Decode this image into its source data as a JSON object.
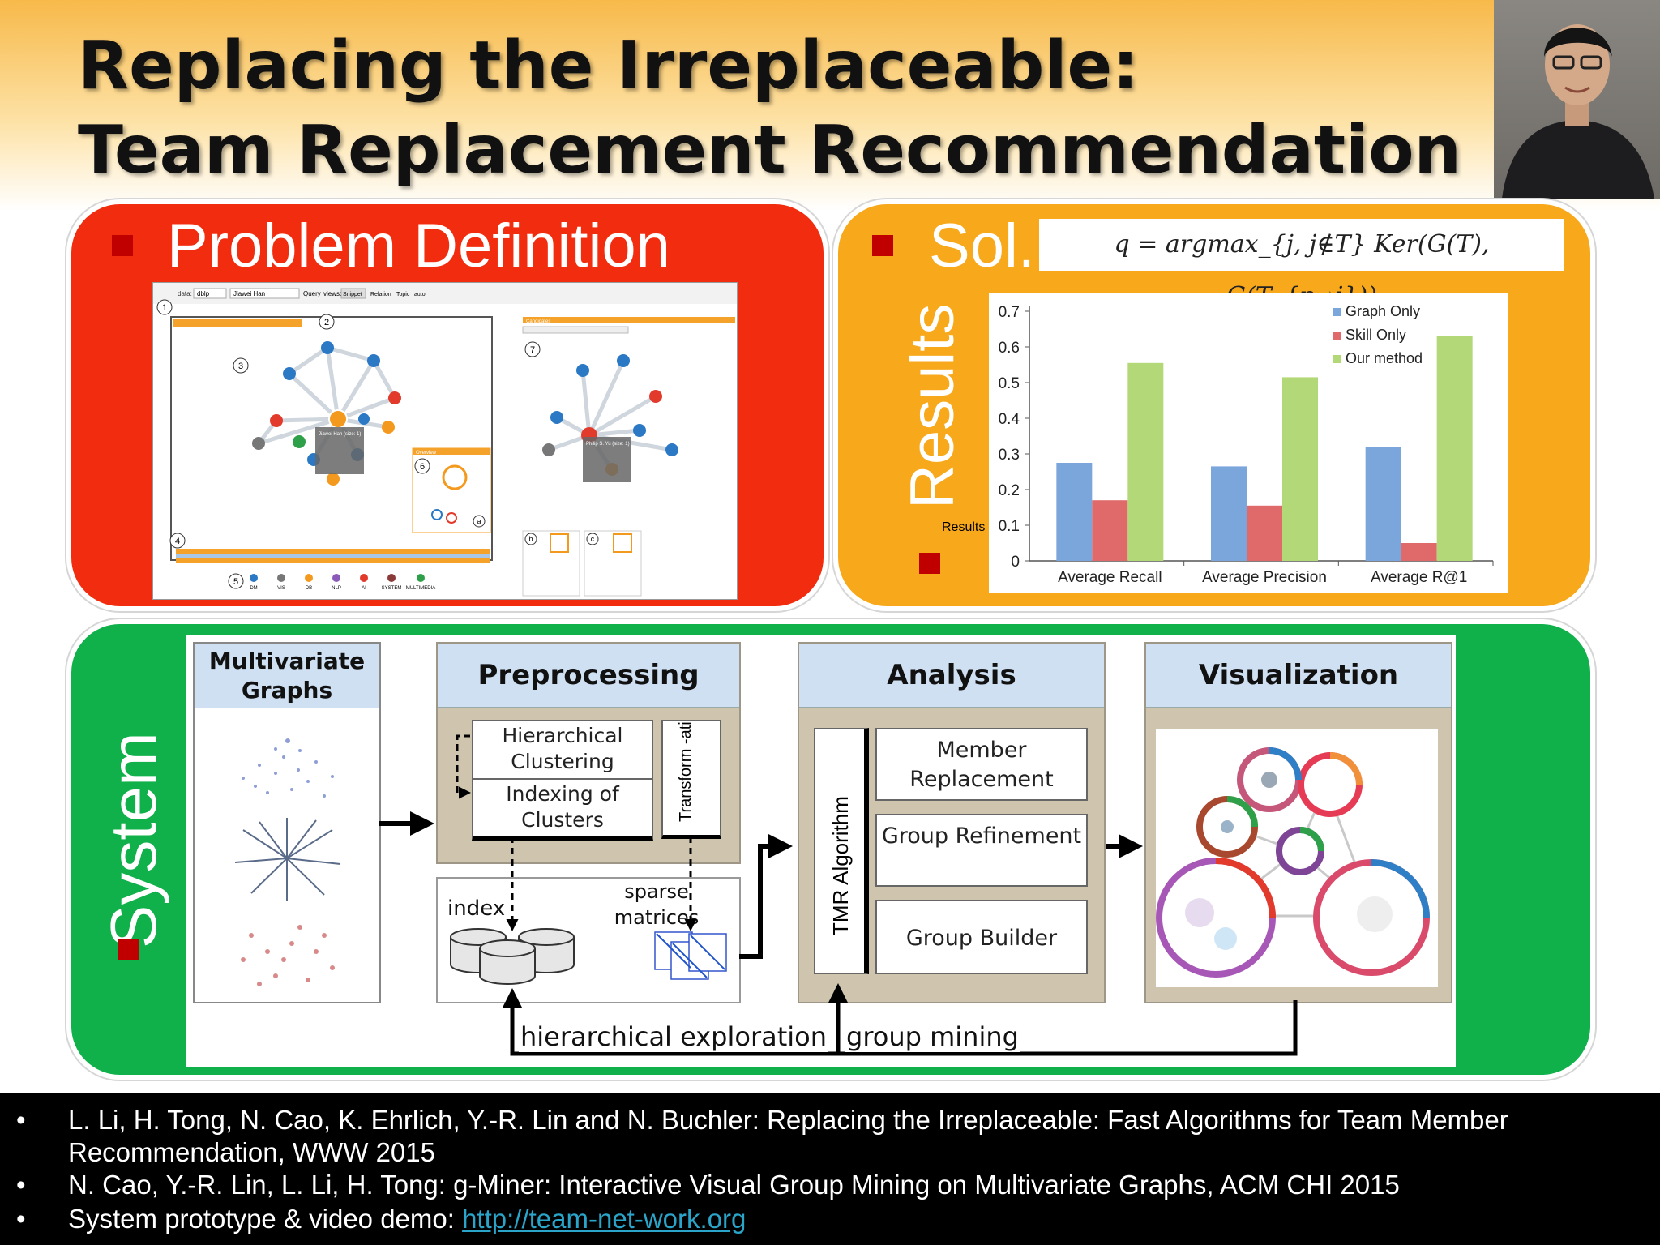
{
  "slide": {
    "title_line1": "Replacing the Irreplaceable:",
    "title_line2": "Team Replacement Recommendation"
  },
  "problem": {
    "heading": "Problem Definition",
    "screenshot": {
      "toolbar": {
        "data_label": "data:",
        "data_value": "dblp",
        "search_value": "Jiawei Han",
        "query": "Query",
        "views_label": "views:",
        "tabs": [
          "Snippet",
          "Relation",
          "Topic",
          "auto"
        ]
      },
      "candidates_label": "Candidates",
      "overview_label": "Overview",
      "callouts": [
        "1",
        "2",
        "3",
        "4",
        "5",
        "6",
        "7",
        "a",
        "b",
        "c"
      ],
      "legend": [
        "DM",
        "VIS",
        "DB",
        "NLP",
        "AI",
        "SYSTEM",
        "MULTIMEDIA"
      ],
      "tooltip1": "Jiawei Han (size: 1)",
      "tooltip2": "Philip S. Yu (size: 1)"
    }
  },
  "solution": {
    "heading": "Sol.",
    "formula": "q = argmax_{j, j∉T} Ker(G(T), G(T_{p→j}))",
    "results_label": "Results"
  },
  "chart_data": {
    "type": "bar",
    "categories": [
      "Average Recall",
      "Average Precision",
      "Average R@1"
    ],
    "series": [
      {
        "name": "Graph Only",
        "color": "#7aa6dc",
        "values": [
          0.275,
          0.265,
          0.32
        ]
      },
      {
        "name": "Skill Only",
        "color": "#e06a6a",
        "values": [
          0.17,
          0.155,
          0.05
        ]
      },
      {
        "name": "Our method",
        "color": "#b3d877",
        "values": [
          0.555,
          0.515,
          0.63
        ]
      }
    ],
    "ylim": [
      0,
      0.7
    ],
    "yticks": [
      "0",
      "0.1",
      "0.2",
      "0.3",
      "0.4",
      "0.5",
      "0.6",
      "0.7"
    ],
    "legend_position": "top-right",
    "grid": false
  },
  "system": {
    "heading": "System",
    "multivariate": "Multivariate Graphs",
    "preprocessing": "Preprocessing",
    "hierarchical_clustering": "Hierarchical Clustering",
    "indexing_of_clusters": "Indexing of Clusters",
    "transformation": "Transform -ation",
    "index": "index",
    "sparse_matrices": "sparse matrices",
    "analysis": "Analysis",
    "tmr_algorithm": "TMR Algorithm",
    "member_replacement": "Member Replacement",
    "group_refinement": "Group Refinement",
    "group_builder": "Group Builder",
    "visualization": "Visualization",
    "hierarchical_exploration": "hierarchical exploration",
    "group_mining": "group mining"
  },
  "references": [
    "L. Li, H. Tong, N. Cao, K. Ehrlich, Y.-R. Lin and N. Buchler: Replacing the Irreplaceable: Fast Algorithms for Team Member Recommendation, WWW 2015",
    "N. Cao, Y.-R. Lin, L. Li, H. Tong: g-Miner: Interactive Visual Group Mining on Multivariate Graphs, ACM CHI 2015",
    "System prototype & video demo: "
  ],
  "reference_link": "http://team-net-work.org",
  "bullet_char": "•"
}
